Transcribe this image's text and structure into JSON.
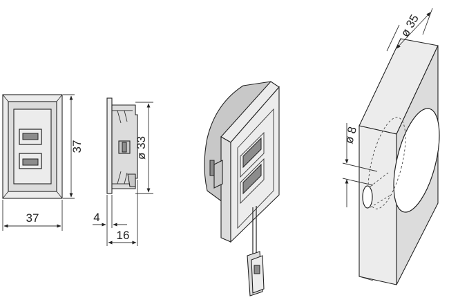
{
  "front_view": {
    "width_label": "37",
    "height_label": "37"
  },
  "side_view": {
    "diameter_label": "ø 33",
    "thickness_label": "4",
    "depth_label": "16"
  },
  "cutout_view": {
    "large_hole_label": "ø 35",
    "small_hole_label": "ø 8"
  },
  "colors": {
    "line": "#222222",
    "fill_light": "#ececec",
    "fill_mid": "#dcdcdc",
    "fill_dark": "#8c8c8c"
  }
}
